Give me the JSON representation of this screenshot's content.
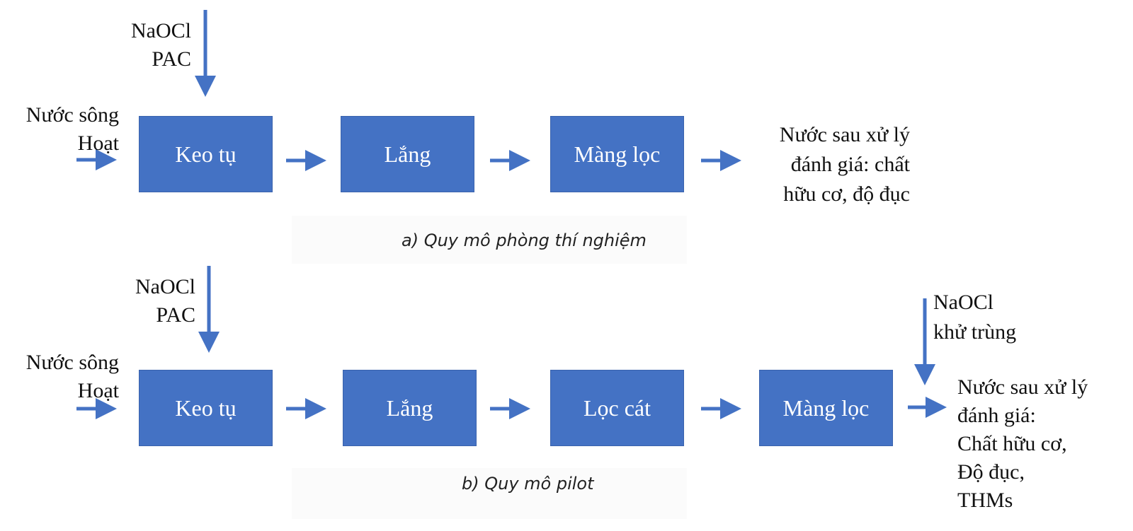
{
  "diagram_a": {
    "chemicals": [
      "NaOCl",
      "PAC"
    ],
    "input": [
      "Nước sông",
      "Hoạt"
    ],
    "steps": [
      "Keo tụ",
      "Lắng",
      "Màng lọc"
    ],
    "output": [
      "Nước sau xử lý",
      "đánh giá: chất",
      "hữu cơ, độ đục"
    ],
    "caption": "a) Quy mô phòng thí nghiệm"
  },
  "diagram_b": {
    "chemicals": [
      "NaOCl",
      "PAC"
    ],
    "input": [
      "Nước sông",
      "Hoạt"
    ],
    "steps": [
      "Keo tụ",
      "Lắng",
      "Lọc cát",
      "Màng lọc"
    ],
    "disinfection": [
      "NaOCl",
      "khử trùng"
    ],
    "output": [
      "Nước sau xử lý",
      "đánh giá:",
      "Chất hữu cơ,",
      "Độ đục,",
      "THMs"
    ],
    "caption": "b) Quy mô pilot"
  },
  "colors": {
    "box": "#4472c4",
    "arrow": "#4472c4",
    "box_text": "#ffffff"
  }
}
